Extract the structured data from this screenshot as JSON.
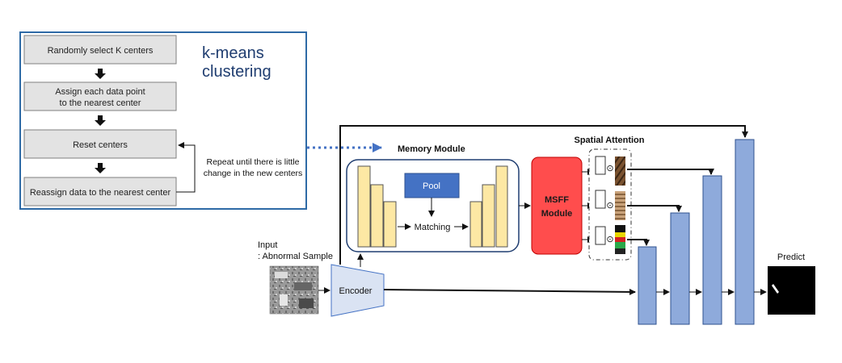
{
  "kmeans": {
    "title_line1": "k-means",
    "title_line2": "clustering",
    "steps": [
      {
        "line1": "Randomly select K centers",
        "line2": ""
      },
      {
        "line1": "Assign each data point",
        "line2": "to the nearest center"
      },
      {
        "line1": "Reset centers",
        "line2": ""
      },
      {
        "line1": "Reassign data to the nearest center",
        "line2": ""
      }
    ],
    "repeat_line1": "Repeat until there is little",
    "repeat_line2": "change in the new centers"
  },
  "memory_module": {
    "title": "Memory Module",
    "pool_label": "Pool",
    "matching_label": "Matching"
  },
  "msff": {
    "line1": "MSFF",
    "line2": "Module"
  },
  "spatial_attention": {
    "title": "Spatial Attention",
    "op_symbol": "⊙"
  },
  "input": {
    "line1": "Input",
    "line2": ": Abnormal Sample"
  },
  "encoder": {
    "label": "Encoder"
  },
  "predict": {
    "label": "Predict"
  },
  "colors": {
    "kmeans_border": "#2e6aa6",
    "kmeans_title": "#1f3d70",
    "step_fill": "#e3e3e3",
    "pool_fill": "#4472c4",
    "msff_fill": "#ff4d4d",
    "bar_fill": "#fde8a4",
    "decoder_fill": "#8eaadb",
    "encoder_fill": "#dae3f3",
    "dashed_arrow": "#4472c4"
  }
}
